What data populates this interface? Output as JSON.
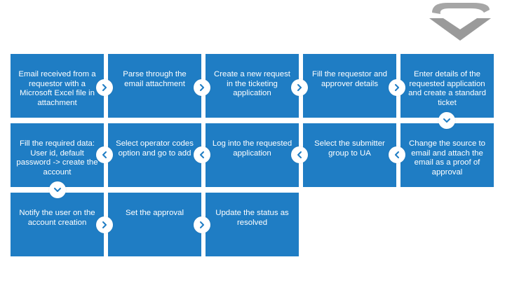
{
  "steps": [
    {
      "text": "Email received from a requestor with a Microsoft Excel file in attachment"
    },
    {
      "text": "Parse through the email attachment"
    },
    {
      "text": "Create a new request in the ticketing application"
    },
    {
      "text": "Fill the requestor and approver details"
    },
    {
      "text": "Enter details of the requested application and create a standard ticket"
    },
    {
      "text": "Fill the required data: User id, default password -> create the account"
    },
    {
      "text": "Select operator codes option and go to add"
    },
    {
      "text": "Log into the requested application"
    },
    {
      "text": "Select the submitter group to UA"
    },
    {
      "text": "Change the source to email and attach the email as a proof of approval"
    },
    {
      "text": "Notify the user on the account creation"
    },
    {
      "text": "Set the approval"
    },
    {
      "text": "Update the status as resolved"
    }
  ],
  "icons": {
    "next": "chevron-right-icon",
    "back": "chevron-left-icon",
    "down": "chevron-down-icon",
    "logo": "logo-icon"
  },
  "colors": {
    "box": "#1f7dc4",
    "arrow_bg": "#ffffff",
    "arrow_stroke": "#1f7dc4",
    "logo": "#9a9a9a"
  }
}
